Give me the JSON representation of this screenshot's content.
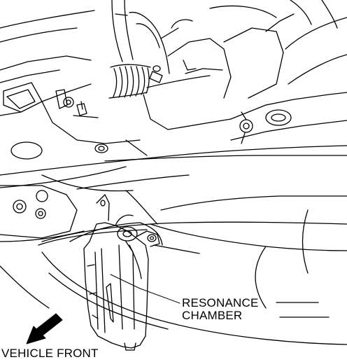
{
  "diagram": {
    "labels": {
      "resonance_line1": "RESONANCE",
      "resonance_line2": "CHAMBER",
      "vehicle_front": "VEHICLE FRONT"
    },
    "colors": {
      "line": "#000000",
      "background": "#ffffff"
    },
    "icons": {
      "direction_arrow": "arrow-down-left-icon"
    }
  }
}
